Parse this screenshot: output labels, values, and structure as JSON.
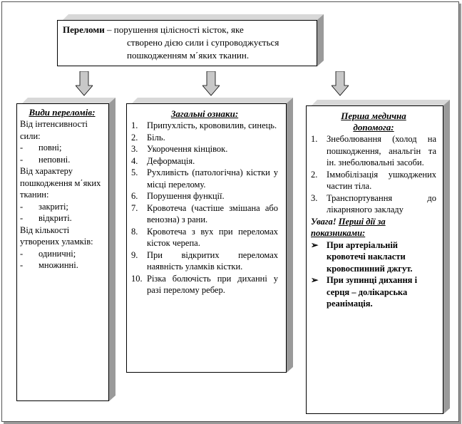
{
  "header": {
    "term": "Переломи",
    "line1_rest": " – порушення цілісності  кісток, яке",
    "line2": "створено дією  сили і супроводжується",
    "line3": "пошкодженням м΄яких тканин."
  },
  "col1": {
    "title": "Види переломів:",
    "s1_title": "Від інтенсивності сили:",
    "s1_items": [
      "повні;",
      "неповні."
    ],
    "s2_title": "Від характеру пошкодження м΄яких тканин:",
    "s2_items": [
      "закриті;",
      "відкриті."
    ],
    "s3_title": "Від кількості утворених уламків:",
    "s3_items": [
      "одиничні;",
      "множинні."
    ],
    "dash": "-"
  },
  "col2": {
    "title": "Загальні ознаки:",
    "items": [
      {
        "n": "1.",
        "t": "Припухлість, крововилив, синець."
      },
      {
        "n": "2.",
        "t": "Біль."
      },
      {
        "n": "3.",
        "t": "Укорочення кінцівок."
      },
      {
        "n": "4.",
        "t": "Деформація."
      },
      {
        "n": "5.",
        "t": "Рухливість (патологічна) кістки у місці перелому."
      },
      {
        "n": "6.",
        "t": "Порушення функції."
      },
      {
        "n": "7.",
        "t": "Кровотеча (частіше змішана або венозна) з рани."
      },
      {
        "n": "8.",
        "t": "Кровотеча з вух при переломах кісток черепа."
      },
      {
        "n": "9.",
        "t": "При відкритих переломах наявність уламків кістки."
      },
      {
        "n": "10.",
        "t": "Різка болючість при диханні у разі перелому ребер."
      }
    ]
  },
  "col3": {
    "title": "Перша медична допомога:",
    "items": [
      {
        "n": "1.",
        "t": "Знеболювання (холод на пошкодження, анальгін та ін. знеболювальні засоби."
      },
      {
        "n": "2.",
        "t": "Іммобілізація ушкоджених частин тіла."
      },
      {
        "n": "3.",
        "t": "Транспортування до лікарняного закладу"
      }
    ],
    "warn_lead": "Увага! ",
    "warn_rest": "Перші дії за показниками:",
    "bullets": [
      "При артеріальній кровотечі накласти кровоспинний джгут.",
      "При зупинці дихання і серця – долікарська реанімація."
    ],
    "bullet_mark": "➢"
  },
  "colors": {
    "box_top": "#d8d8d8",
    "box_side": "#9a9a9a",
    "arrow_fill": "#c8c8c8"
  }
}
